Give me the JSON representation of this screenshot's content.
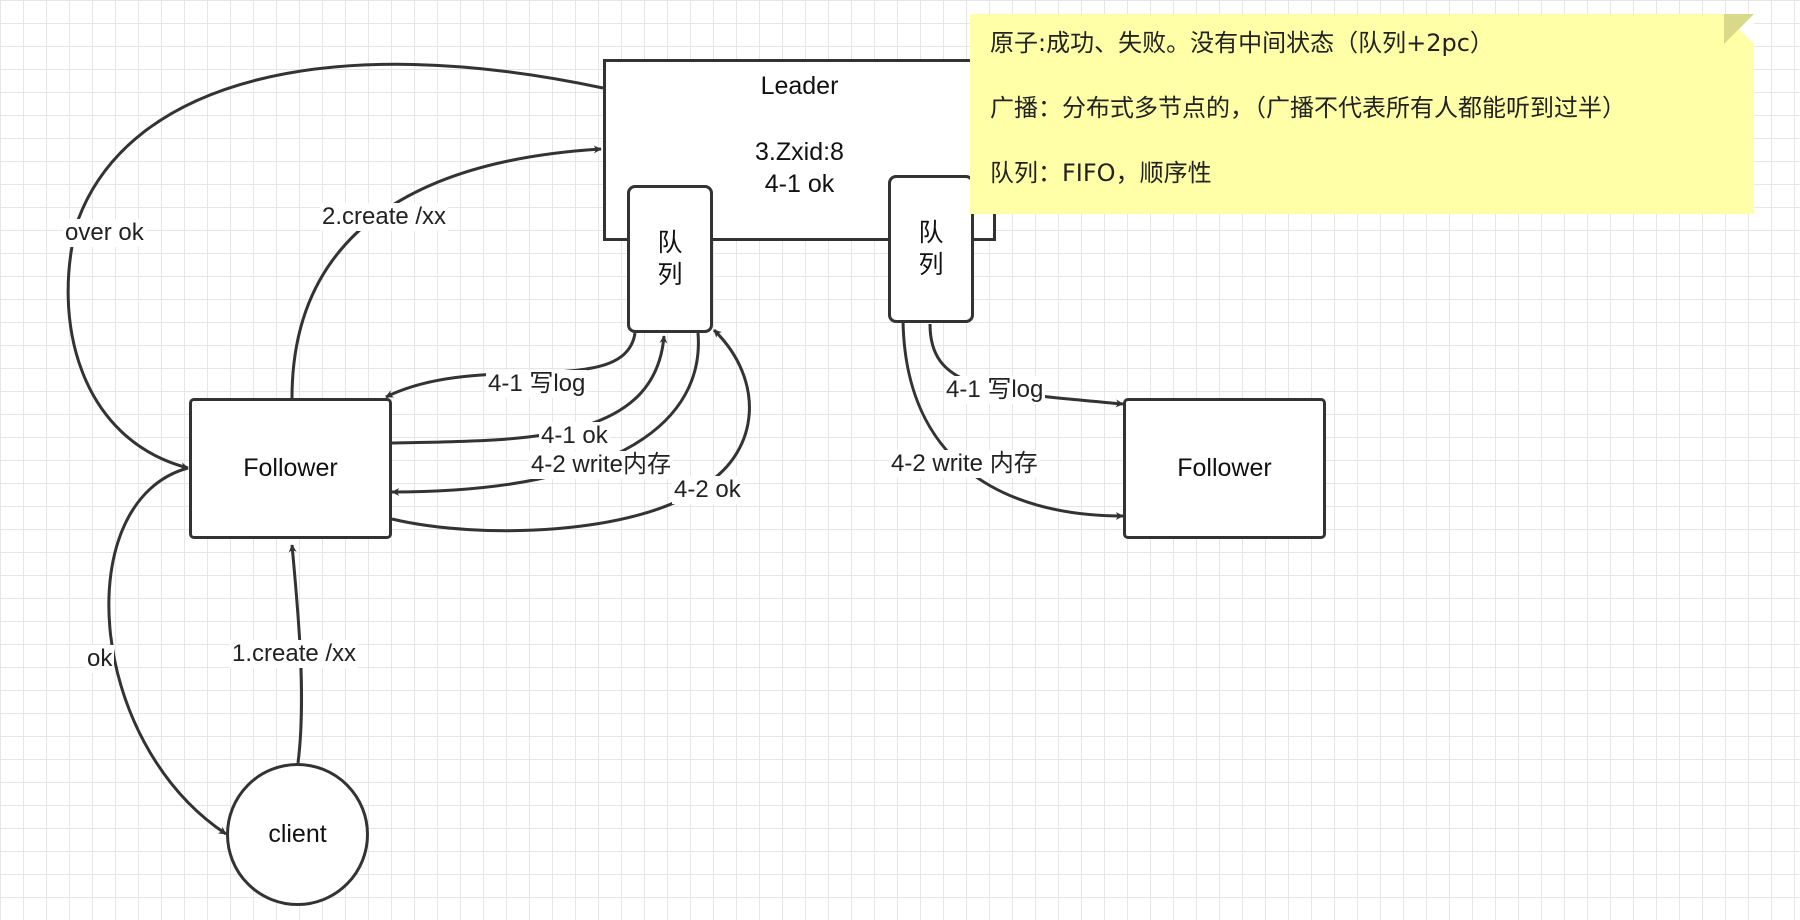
{
  "nodes": {
    "leader": {
      "title": "Leader",
      "line1": "3.Zxid:8",
      "line2": "4-1 ok"
    },
    "leader_queue_left": {
      "line1": "队",
      "line2": "列"
    },
    "leader_queue_right": {
      "line1": "队",
      "line2": "列"
    },
    "follower_left": "Follower",
    "follower_right": "Follower",
    "client": "client"
  },
  "edges": {
    "client_to_follower": "1.create /xx",
    "follower_to_leader": "2.create /xx",
    "leader_to_follower_over": "over ok",
    "follower_to_client": "ok",
    "queue_left_write_log": "4-1 写log",
    "follower_left_ok": "4-1 ok",
    "queue_left_write_mem": "4-2 write内存",
    "follower_left_ok2": "4-2 ok",
    "queue_right_write_log": "4-1 写log",
    "queue_right_write_mem": "4-2 write 内存"
  },
  "note": {
    "line1": "原子:成功、失败。没有中间状态（队列+2pc）",
    "line2": "广播：分布式多节点的，（广播不代表所有人都能听到过半）",
    "line3": "队列：FIFO，顺序性"
  },
  "colors": {
    "stroke": "#333333",
    "note_bg": "#ffffa8",
    "grid": "#e6e6e6"
  }
}
